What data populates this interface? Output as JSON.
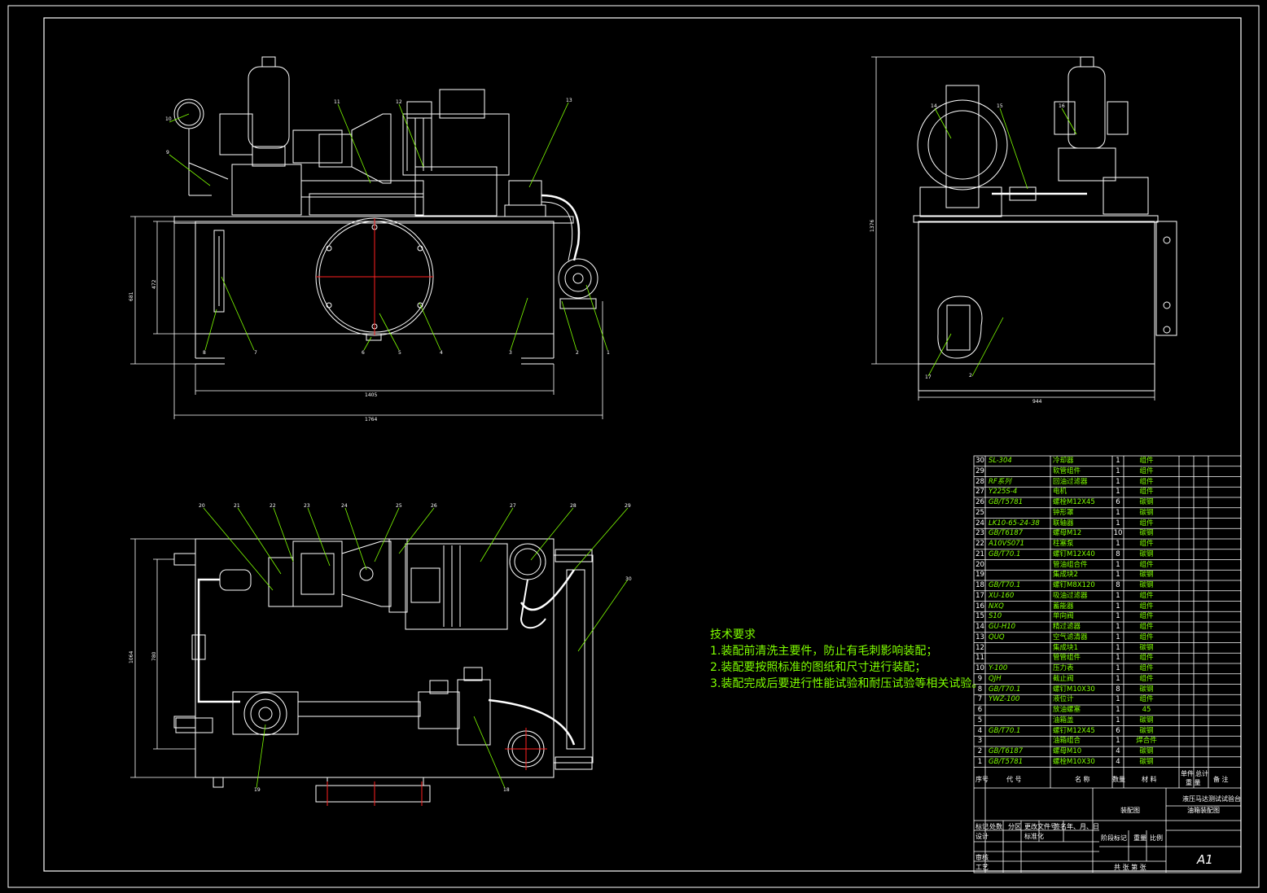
{
  "tech_requirements": {
    "title": "技术要求",
    "items": [
      "1.装配前清洗主要件，防止有毛刺影响装配；",
      "2.装配要按照标准的图纸和尺寸进行装配；",
      "3.装配完成后要进行性能试验和耐压试验等相关试验。"
    ]
  },
  "bom": [
    {
      "no": "30",
      "code": "SL-304",
      "name": "冷却器",
      "qty": "1",
      "mat": "组件"
    },
    {
      "no": "29",
      "code": "",
      "name": "软管组件",
      "qty": "1",
      "mat": "组件"
    },
    {
      "no": "28",
      "code": "RF系列",
      "name": "回油过滤器",
      "qty": "1",
      "mat": "组件"
    },
    {
      "no": "27",
      "code": "Y225S-4",
      "name": "电机",
      "qty": "1",
      "mat": "组件"
    },
    {
      "no": "26",
      "code": "GB/T5781",
      "name": "螺栓M12X45",
      "qty": "6",
      "mat": "碳钢"
    },
    {
      "no": "25",
      "code": "",
      "name": "钟形罩",
      "qty": "1",
      "mat": "碳钢"
    },
    {
      "no": "24",
      "code": "LK10-65-24-38",
      "name": "联轴器",
      "qty": "1",
      "mat": "组件"
    },
    {
      "no": "23",
      "code": "GB/T6187",
      "name": "螺母M12",
      "qty": "10",
      "mat": "碳钢"
    },
    {
      "no": "22",
      "code": "A10VS071",
      "name": "柱塞泵",
      "qty": "1",
      "mat": "组件"
    },
    {
      "no": "21",
      "code": "GB/T70.1",
      "name": "螺钉M12X40",
      "qty": "8",
      "mat": "碳钢"
    },
    {
      "no": "20",
      "code": "",
      "name": "管油组合件",
      "qty": "1",
      "mat": "组件"
    },
    {
      "no": "19",
      "code": "",
      "name": "集成块2",
      "qty": "1",
      "mat": "碳钢"
    },
    {
      "no": "18",
      "code": "GB/T70.1",
      "name": "螺钉M8X120",
      "qty": "8",
      "mat": "碳钢"
    },
    {
      "no": "17",
      "code": "XU-160",
      "name": "吸油过滤器",
      "qty": "1",
      "mat": "组件"
    },
    {
      "no": "16",
      "code": "NXQ",
      "name": "蓄能器",
      "qty": "1",
      "mat": "组件"
    },
    {
      "no": "15",
      "code": "S10",
      "name": "单向阀",
      "qty": "1",
      "mat": "组件"
    },
    {
      "no": "14",
      "code": "GU-H10",
      "name": "精过滤器",
      "qty": "1",
      "mat": "组件"
    },
    {
      "no": "13",
      "code": "QUQ",
      "name": "空气滤清器",
      "qty": "1",
      "mat": "组件"
    },
    {
      "no": "12",
      "code": "",
      "name": "集成块1",
      "qty": "1",
      "mat": "碳钢"
    },
    {
      "no": "11",
      "code": "",
      "name": "管管组件",
      "qty": "1",
      "mat": "组件"
    },
    {
      "no": "10",
      "code": "Y-100",
      "name": "压力表",
      "qty": "1",
      "mat": "组件"
    },
    {
      "no": "9",
      "code": "QJH",
      "name": "截止阀",
      "qty": "1",
      "mat": "组件"
    },
    {
      "no": "8",
      "code": "GB/T70.1",
      "name": "螺钉M10X30",
      "qty": "8",
      "mat": "碳钢"
    },
    {
      "no": "7",
      "code": "YWZ-100",
      "name": "液位计",
      "qty": "1",
      "mat": "组件"
    },
    {
      "no": "6",
      "code": "",
      "name": "放油螺塞",
      "qty": "1",
      "mat": "45"
    },
    {
      "no": "5",
      "code": "",
      "name": "油箱盖",
      "qty": "1",
      "mat": "碳钢"
    },
    {
      "no": "4",
      "code": "GB/T70.1",
      "name": "螺钉M12X45",
      "qty": "6",
      "mat": "碳钢"
    },
    {
      "no": "3",
      "code": "",
      "name": "油箱组合",
      "qty": "1",
      "mat": "焊合件"
    },
    {
      "no": "2",
      "code": "GB/T6187",
      "name": "螺母M10",
      "qty": "4",
      "mat": "碳钢"
    },
    {
      "no": "1",
      "code": "GB/T5781",
      "name": "螺栓M10X30",
      "qty": "4",
      "mat": "碳钢"
    }
  ],
  "header_row": {
    "no": "序号",
    "code": "代 号",
    "name": "名 称",
    "qty": "数量",
    "mat": "材 料",
    "unit_w": "单件",
    "total_w": "总计",
    "weight": "重 量",
    "remark": "备 注"
  },
  "title_block": {
    "drawing_title_1": "液压马达测试试验台",
    "drawing_title_2": "油箱装配图",
    "mark_row": "标记",
    "count": "处数",
    "zone": "分区",
    "change_doc": "更改文件号",
    "sign": "签名",
    "date": "年、月、日",
    "design": "设计",
    "standardize": "标准化",
    "stage_mark": "阶段标记",
    "weight": "重量",
    "scale": "比例",
    "review": "审核",
    "process": "工艺",
    "sheets": "共 张 第 张",
    "org": "装配图",
    "sheet_size": "A1"
  },
  "dimensions": {
    "front_height_total": "681",
    "front_height_inner": "472",
    "front_width_inner": "1405",
    "front_width_total": "1764",
    "side_height": "1376",
    "side_width": "944",
    "top_depth_total": "1064",
    "top_depth_inner": "780"
  },
  "balloons_front": [
    "10",
    "9",
    "11",
    "12",
    "13",
    "8",
    "7",
    "6",
    "5",
    "4",
    "3",
    "2",
    "1"
  ],
  "balloons_side": [
    "14",
    "15",
    "16",
    "17",
    "2"
  ],
  "balloons_top": [
    "20",
    "21",
    "22",
    "23",
    "24",
    "25",
    "26",
    "27",
    "28",
    "29",
    "30",
    "19",
    "18"
  ],
  "colors": {
    "line": "#ffffff",
    "text": "#7fff00",
    "center": "#ff2020",
    "balloon": "#00ff00"
  }
}
